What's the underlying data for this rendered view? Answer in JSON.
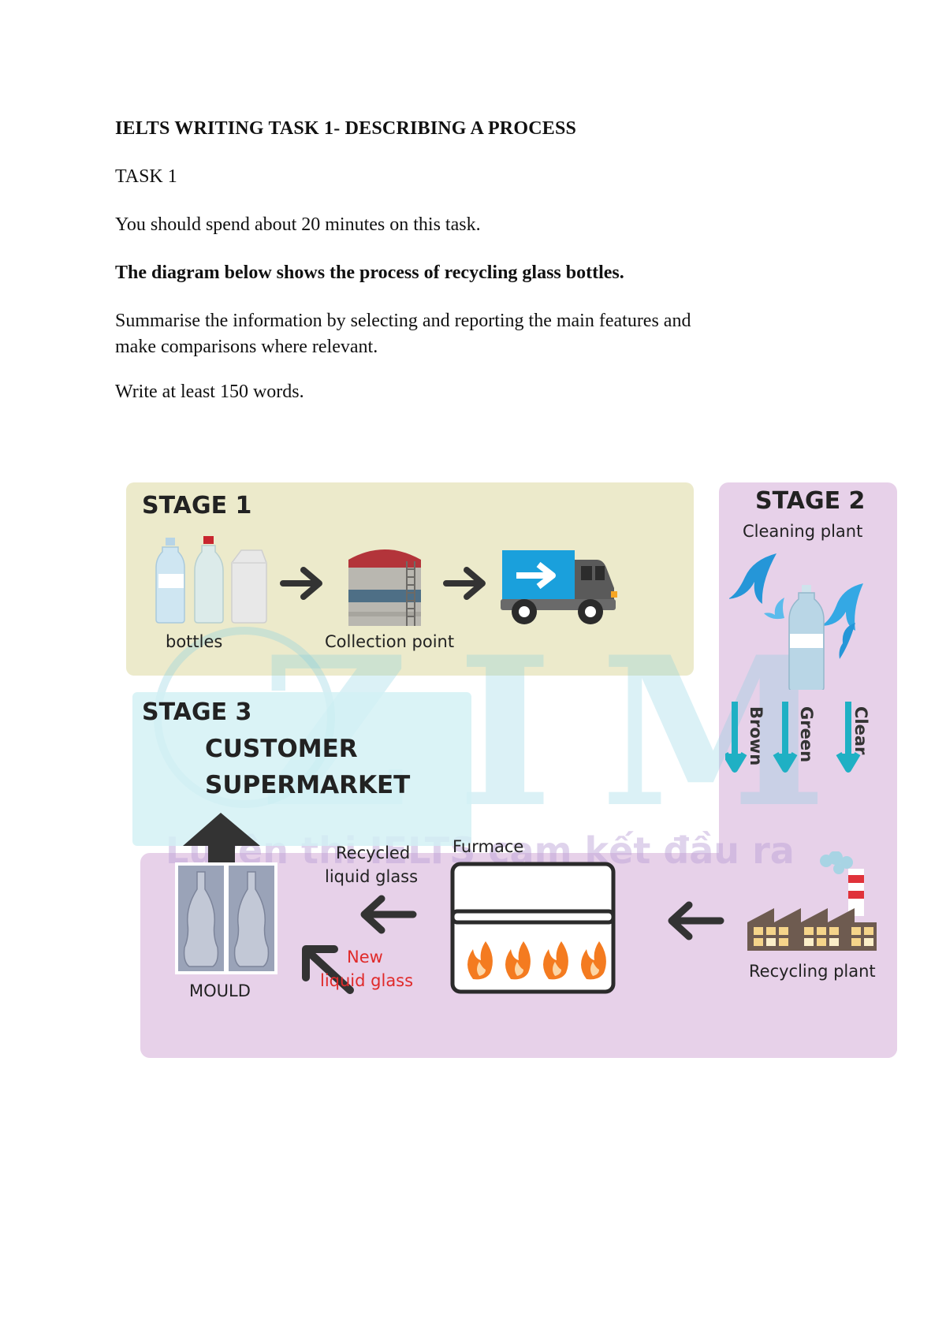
{
  "document": {
    "heading": "IELTS WRITING TASK 1- DESCRIBING A PROCESS",
    "task_label": "TASK 1",
    "time_instruction": "You should spend about 20 minutes on this task.",
    "prompt": "The diagram below shows the process of recycling glass bottles.",
    "summary_line1": "Summarise the information by selecting and reporting the main features and",
    "summary_line2": "make comparisons where relevant.",
    "word_instruction": "Write at least 150 words."
  },
  "diagram": {
    "stage1": {
      "title": "STAGE 1",
      "bottles_label": "bottles",
      "collection_label": "Collection point"
    },
    "stage2": {
      "title": "STAGE 2",
      "subtitle": "Cleaning plant",
      "sort_labels": [
        "Brown",
        "Green",
        "Clear"
      ]
    },
    "stage3": {
      "title": "STAGE 3",
      "line1": "CUSTOMER",
      "line2": "SUPERMARKET"
    },
    "bottom": {
      "recycling_plant": "Recycling plant",
      "furnace": "Furmace",
      "recycled_line1": "Recycled",
      "recycled_line2": "liquid glass",
      "new_line1": "New",
      "new_line2": "liquid glass",
      "mould": "MOULD"
    },
    "watermark": {
      "logo": "ZIM",
      "slogan": "Luyện thi IELTS cam kết đầu ra"
    },
    "colors": {
      "stage1_bg": "#eceacb",
      "stage2_bg": "#e7d1e9",
      "stage3_bg": "#d2f0f4",
      "arrow_dark": "#333333",
      "sort_arrow": "#1fb0c4",
      "truck_blue": "#1aa0dc",
      "flame_orange": "#f47b20"
    }
  }
}
